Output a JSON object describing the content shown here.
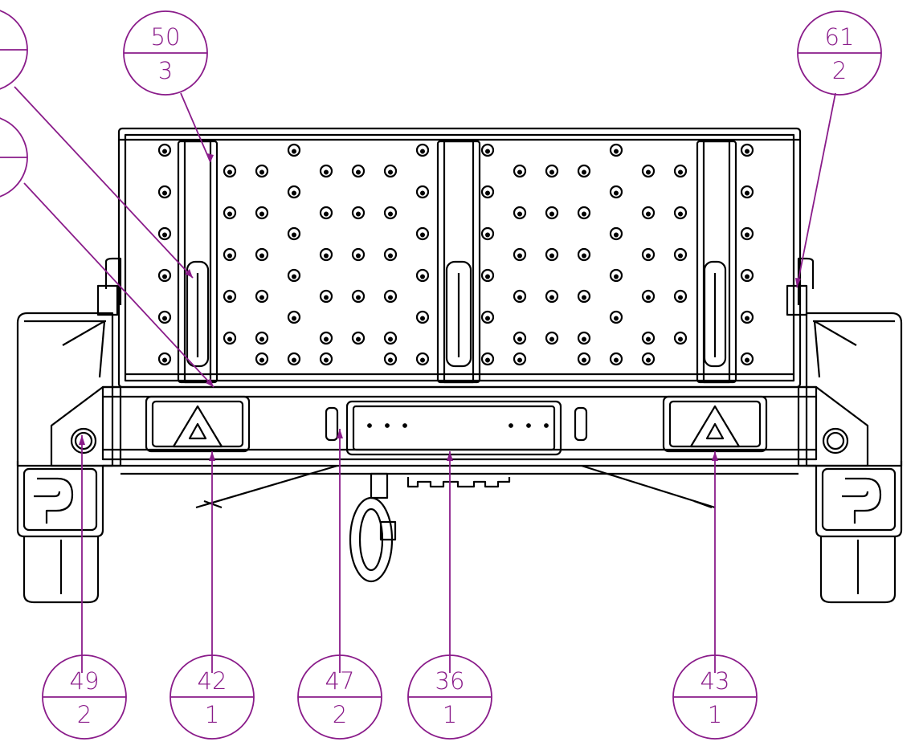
{
  "drawing": {
    "type": "assembly view",
    "line_color": "#000000",
    "callout_color": "#8a1c8a",
    "background_color": "#ffffff"
  },
  "balloons": [
    {
      "id": "b-50",
      "item": "50",
      "qty": "3"
    },
    {
      "id": "b-61",
      "item": "61",
      "qty": "2"
    },
    {
      "id": "b-49",
      "item": "49",
      "qty": "2"
    },
    {
      "id": "b-42",
      "item": "42",
      "qty": "1"
    },
    {
      "id": "b-47",
      "item": "47",
      "qty": "2"
    },
    {
      "id": "b-36",
      "item": "36",
      "qty": "1"
    },
    {
      "id": "b-43",
      "item": "43",
      "qty": "1"
    }
  ],
  "cut_off_balloons": [
    {
      "id": "b-top-left"
    },
    {
      "id": "b-mid-left"
    }
  ]
}
